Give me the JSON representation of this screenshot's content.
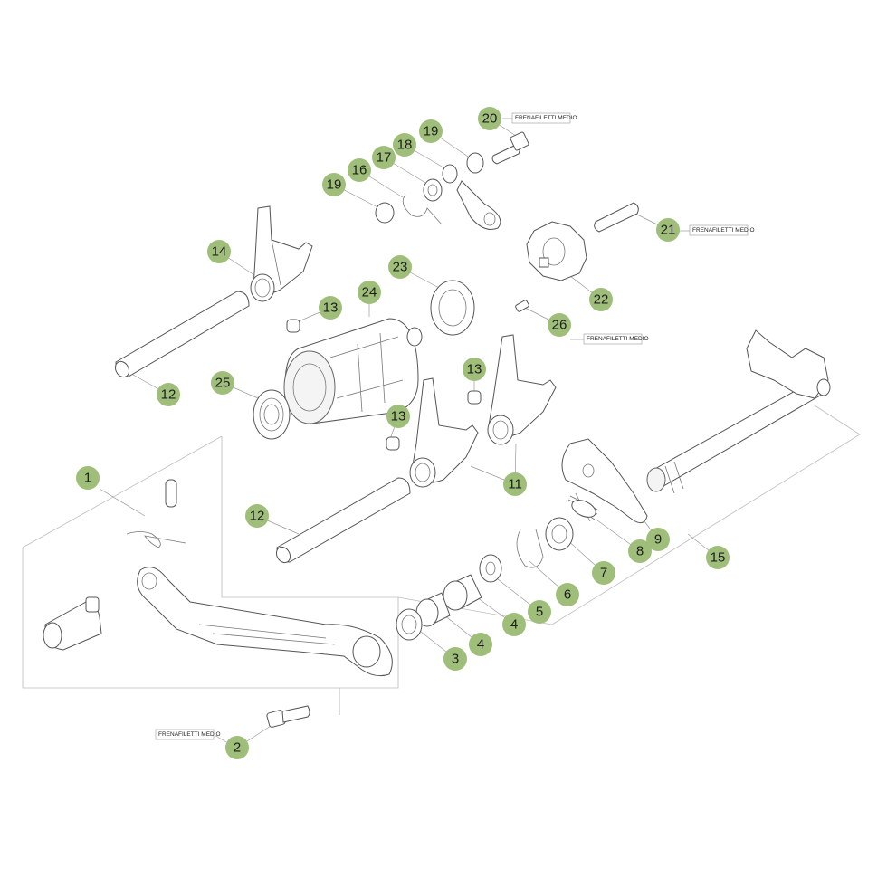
{
  "colors": {
    "callout_fill": "#9fbe7a",
    "line": "#555555"
  },
  "callouts": [
    {
      "id": "c1",
      "label": "1"
    },
    {
      "id": "c2",
      "label": "2"
    },
    {
      "id": "c3",
      "label": "3"
    },
    {
      "id": "c4a",
      "label": "4"
    },
    {
      "id": "c4b",
      "label": "4"
    },
    {
      "id": "c5",
      "label": "5"
    },
    {
      "id": "c6",
      "label": "6"
    },
    {
      "id": "c7",
      "label": "7"
    },
    {
      "id": "c8",
      "label": "8"
    },
    {
      "id": "c9",
      "label": "9"
    },
    {
      "id": "c11",
      "label": "11"
    },
    {
      "id": "c12a",
      "label": "12"
    },
    {
      "id": "c12b",
      "label": "12"
    },
    {
      "id": "c13a",
      "label": "13"
    },
    {
      "id": "c13b",
      "label": "13"
    },
    {
      "id": "c13c",
      "label": "13"
    },
    {
      "id": "c14",
      "label": "14"
    },
    {
      "id": "c15",
      "label": "15"
    },
    {
      "id": "c16",
      "label": "16"
    },
    {
      "id": "c17",
      "label": "17"
    },
    {
      "id": "c18",
      "label": "18"
    },
    {
      "id": "c19a",
      "label": "19"
    },
    {
      "id": "c19b",
      "label": "19"
    },
    {
      "id": "c20",
      "label": "20"
    },
    {
      "id": "c21",
      "label": "21"
    },
    {
      "id": "c22",
      "label": "22"
    },
    {
      "id": "c23",
      "label": "23"
    },
    {
      "id": "c24",
      "label": "24"
    },
    {
      "id": "c25",
      "label": "25"
    },
    {
      "id": "c26",
      "label": "26"
    }
  ],
  "notes": [
    {
      "id": "n20",
      "text": "FRENAFILETTI MEDIO"
    },
    {
      "id": "n21",
      "text": "FRENAFILETTI MEDIO"
    },
    {
      "id": "n26",
      "text": "FRENAFILETTI MEDIO"
    },
    {
      "id": "n2",
      "text": "FRENAFILETTI MEDIO"
    }
  ]
}
